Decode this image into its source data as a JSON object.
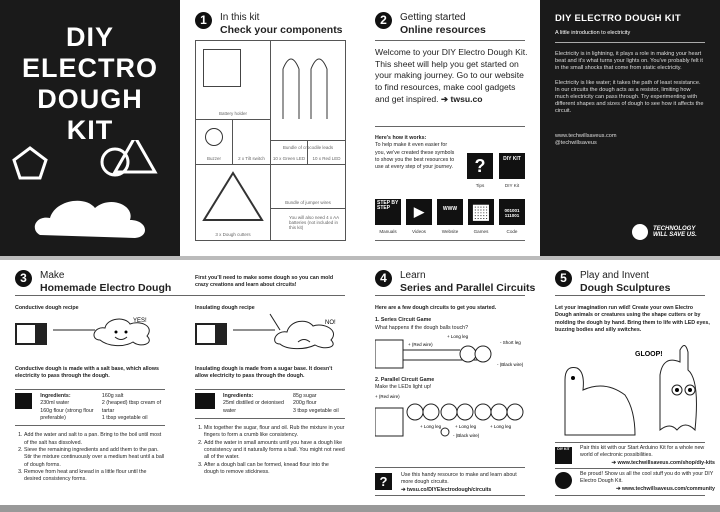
{
  "cover": {
    "title_lines": [
      "DIY",
      "ELECTRO",
      "DOUGH",
      "KIT"
    ]
  },
  "s1": {
    "num": "1",
    "kicker": "In this kit",
    "title": "Check your components",
    "items": {
      "battery_holder": "Battery holder",
      "croc": "Bundle of crocodile leads",
      "buzzer": "Buzzer",
      "switch": "2 x Tilt switch",
      "green": "10 x Green LED",
      "red": "10 x Red LED",
      "jumper": "Bundle of jumper wires",
      "cutters": "3 x Dough cutters",
      "also_need": "You will also need 4 x AA batteries (not included in this kit)"
    }
  },
  "s2": {
    "num": "2",
    "kicker": "Getting started",
    "title": "Online resources",
    "welcome": "Welcome to your DIY Electro Dough Kit. This sheet will help you get started on your making journey. Go to our website to find resources, make cool gadgets and get inspired.",
    "link": "➔ twsu.co",
    "how_title": "Here's how it works:",
    "how_text": "To help make it even easier for you, we've created these symbols to show you the best resources to use at every step of your journey.",
    "icons": [
      {
        "label": "Tips",
        "glyph": "?"
      },
      {
        "label": "DIY Kit",
        "glyph": "DIY KIT"
      },
      {
        "label": "Manuals",
        "glyph": "STEP BY STEP"
      },
      {
        "label": "Videos",
        "glyph": "▶"
      },
      {
        "label": "Website",
        "glyph": "WWW"
      },
      {
        "label": "Games",
        "glyph": "▦"
      },
      {
        "label": "Code",
        "glyph": "001001 111001"
      }
    ]
  },
  "intro": {
    "title": "DIY ELECTRO DOUGH KIT",
    "subtitle": "A little introduction to electricity",
    "p1": "Electricity is in lightning, it plays a role in making your heart beat and it's what turns your lights on. You've probably felt it in the small shocks that come from static electricity.",
    "p2": "Electricity is like water; it takes the path of least resistance. In our circuits the dough acts as a resistor, limiting how much electricity can pass through. Try experimenting with different shapes and sizes of dough to see how it affects the circuit.",
    "web": "www.techwillsaveus.com",
    "handle": "@techwillsaveus",
    "logo_text": "TECHNOLOGY WILL SAVE US."
  },
  "s3": {
    "num": "3",
    "kicker": "Make",
    "title": "Homemade Electro Dough",
    "intro": "First you'll need to make some dough so you can mold crazy creations and learn about circuits!",
    "conductive": {
      "title": "Conductive dough recipe",
      "bubble": "YES!",
      "desc": "Conductive dough is made with a salt base, which allows electricity to pass through the dough.",
      "ing_title": "Ingredients:",
      "ing_left": [
        "230ml water",
        "160g flour (strong flour preferable)"
      ],
      "ing_right": [
        "160g salt",
        "2 (heaped) tbsp cream of tartar",
        "1 tbsp vegetable oil"
      ],
      "steps": [
        "Add the water and salt to a pan. Bring to the boil until most of the salt has dissolved.",
        "Sieve the remaining ingredients and add them to the pan. Stir the mixture continuously over a medium heat until a ball of dough forms.",
        "Remove from heat and knead in a little flour until the desired consistency forms."
      ]
    },
    "insulating": {
      "title": "Insulating dough recipe",
      "bubble": "NO!",
      "desc": "Insulating dough is made from a sugar base. It doesn't allow electricity to pass through the dough.",
      "ing_title": "Ingredients:",
      "ing_left": [
        "25ml distilled or deionised water"
      ],
      "ing_right": [
        "85g sugar",
        "200g flour",
        "3 tbsp vegetable oil"
      ],
      "steps": [
        "Mix together the sugar, flour and oil. Rub the mixture in your fingers to form a crumb like consistency.",
        "Add the water in small amounts until you have a dough like consistency and it naturally forms a ball. You might not need all of the water.",
        "After a dough ball can be formed, knead flour into the dough to remove stickiness."
      ]
    }
  },
  "s4": {
    "num": "4",
    "kicker": "Learn",
    "title": "Series and Parallel Circuits",
    "intro": "Here are a few dough circuits to get you started.",
    "g1_title": "1. Series Circuit Game",
    "g1_q": "What happens if the dough balls touch?",
    "red_wire": "+ (Red wire)",
    "black_wire": "- (Black wire)",
    "long_leg": "+ Long leg",
    "short_leg": "- Short leg",
    "g2_title": "2. Parallel Circuit Game",
    "g2_q": "Make the LEDs light up!",
    "tip": "Use this handy resource to make and learn about more dough circuits.",
    "tip_link": "➔ twsu.co/DIYElectrodough/circuits"
  },
  "s5": {
    "num": "5",
    "kicker": "Play and Invent",
    "title": "Dough Sculptures",
    "intro": "Let your imagination run wild! Create your own Electro Dough animals or creatures using the shape cutters or by molding the dough by hand. Bring them to life with LED eyes, buzzing bodies and silly switches.",
    "gloop": "GLOOP!",
    "pair": "Pair this kit with our Start Arduino Kit for a whole new world of electronic possibilities.",
    "pair_link": "➔ www.techwillsaveus.com/shop/diy-kits",
    "proud": "Be proud! Show us all the cool stuff you do with your DIY Electro Dough Kit.",
    "proud_link": "➔ www.techwillsaveus.com/community"
  }
}
